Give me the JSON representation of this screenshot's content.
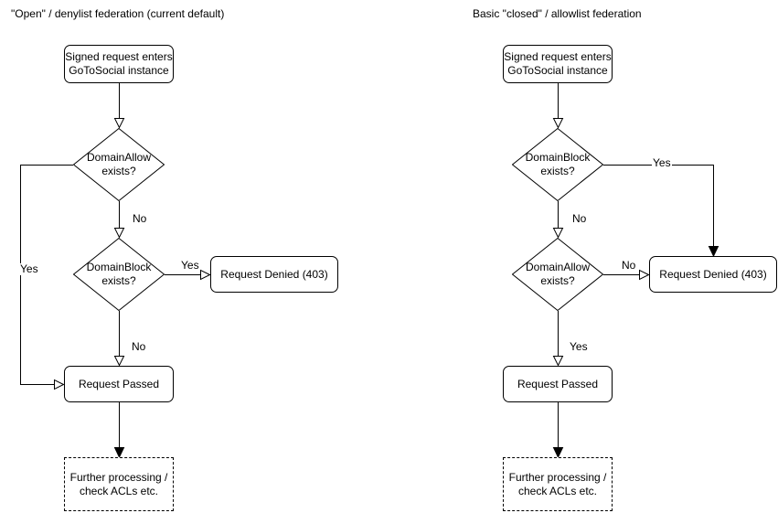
{
  "colors": {
    "background": "#ffffff",
    "stroke": "#000000",
    "text": "#000000"
  },
  "charts": [
    {
      "title": "\"Open\" / denylist federation (current default)",
      "nodes": {
        "entry": {
          "type": "rounded-rect",
          "lines": [
            "Signed request enters",
            "GoToSocial instance"
          ]
        },
        "decision1": {
          "type": "diamond",
          "lines": [
            "DomainAllow",
            "exists?"
          ]
        },
        "decision2": {
          "type": "diamond",
          "lines": [
            "DomainBlock",
            "exists?"
          ]
        },
        "denied": {
          "type": "rounded-rect",
          "lines": [
            "Request Denied (403)"
          ]
        },
        "passed": {
          "type": "rounded-rect",
          "lines": [
            "Request Passed"
          ]
        },
        "further": {
          "type": "dashed-rect",
          "lines": [
            "Further processing /",
            "check ACLs etc."
          ]
        }
      },
      "edge_labels": {
        "decision1_yes": "Yes",
        "decision1_no": "No",
        "decision2_yes": "Yes",
        "decision2_no": "No"
      }
    },
    {
      "title": "Basic \"closed\" / allowlist federation",
      "nodes": {
        "entry": {
          "type": "rounded-rect",
          "lines": [
            "Signed request enters",
            "GoToSocial instance"
          ]
        },
        "decision1": {
          "type": "diamond",
          "lines": [
            "DomainBlock",
            "exists?"
          ]
        },
        "decision2": {
          "type": "diamond",
          "lines": [
            "DomainAllow",
            "exists?"
          ]
        },
        "denied": {
          "type": "rounded-rect",
          "lines": [
            "Request Denied (403)"
          ]
        },
        "passed": {
          "type": "rounded-rect",
          "lines": [
            "Request Passed"
          ]
        },
        "further": {
          "type": "dashed-rect",
          "lines": [
            "Further processing /",
            "check ACLs etc."
          ]
        }
      },
      "edge_labels": {
        "decision1_yes": "Yes",
        "decision1_no": "No",
        "decision2_no": "No",
        "decision2_yes": "Yes"
      }
    }
  ]
}
